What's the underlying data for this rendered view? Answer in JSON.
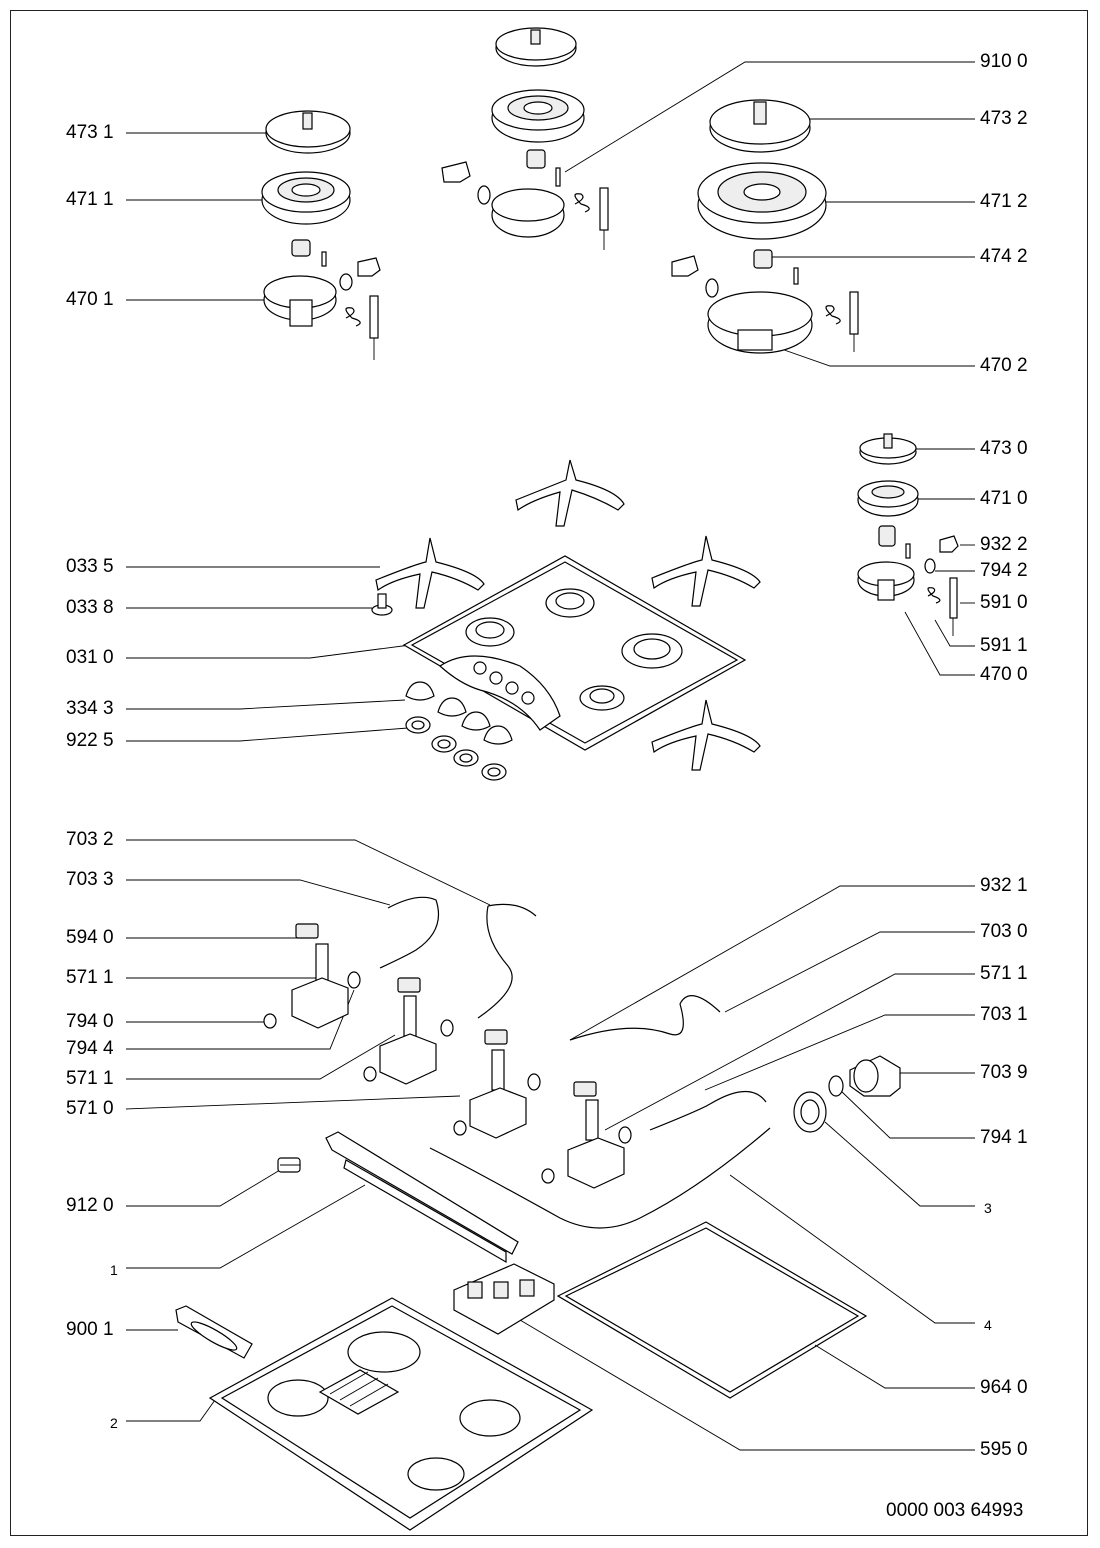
{
  "left_labels": [
    {
      "id": "473-1",
      "text": "473 1"
    },
    {
      "id": "471-1",
      "text": "471 1"
    },
    {
      "id": "470-1",
      "text": "470 1"
    },
    {
      "id": "033-5",
      "text": "033 5"
    },
    {
      "id": "033-8",
      "text": "033 8"
    },
    {
      "id": "031-0",
      "text": "031 0"
    },
    {
      "id": "334-3",
      "text": "334 3"
    },
    {
      "id": "922-5",
      "text": "922 5"
    },
    {
      "id": "703-2",
      "text": "703 2"
    },
    {
      "id": "703-3",
      "text": "703 3"
    },
    {
      "id": "594-0",
      "text": "594 0"
    },
    {
      "id": "571-1a",
      "text": "571 1"
    },
    {
      "id": "794-0",
      "text": "794 0"
    },
    {
      "id": "794-4",
      "text": "794 4"
    },
    {
      "id": "571-1b",
      "text": "571 1"
    },
    {
      "id": "571-0",
      "text": "571 0"
    },
    {
      "id": "912-0",
      "text": "912 0"
    },
    {
      "id": "1",
      "text": "1"
    },
    {
      "id": "900-1",
      "text": "900 1"
    },
    {
      "id": "2",
      "text": "2"
    }
  ],
  "right_labels": [
    {
      "id": "910-0",
      "text": "910 0"
    },
    {
      "id": "473-2",
      "text": "473 2"
    },
    {
      "id": "471-2",
      "text": "471 2"
    },
    {
      "id": "474-2",
      "text": "474 2"
    },
    {
      "id": "470-2",
      "text": "470 2"
    },
    {
      "id": "473-0",
      "text": "473 0"
    },
    {
      "id": "471-0",
      "text": "471 0"
    },
    {
      "id": "932-2",
      "text": "932 2"
    },
    {
      "id": "794-2",
      "text": "794 2"
    },
    {
      "id": "591-0",
      "text": "591 0"
    },
    {
      "id": "591-1",
      "text": "591 1"
    },
    {
      "id": "470-0",
      "text": "470 0"
    },
    {
      "id": "932-1",
      "text": "932 1"
    },
    {
      "id": "703-0",
      "text": "703 0"
    },
    {
      "id": "571-1c",
      "text": "571 1"
    },
    {
      "id": "703-1",
      "text": "703 1"
    },
    {
      "id": "703-9",
      "text": "703 9"
    },
    {
      "id": "794-1",
      "text": "794 1"
    },
    {
      "id": "3",
      "text": "3"
    },
    {
      "id": "4",
      "text": "4"
    },
    {
      "id": "964-0",
      "text": "964 0"
    },
    {
      "id": "595-0",
      "text": "595 0"
    }
  ],
  "document_number": "0000 003 64993"
}
